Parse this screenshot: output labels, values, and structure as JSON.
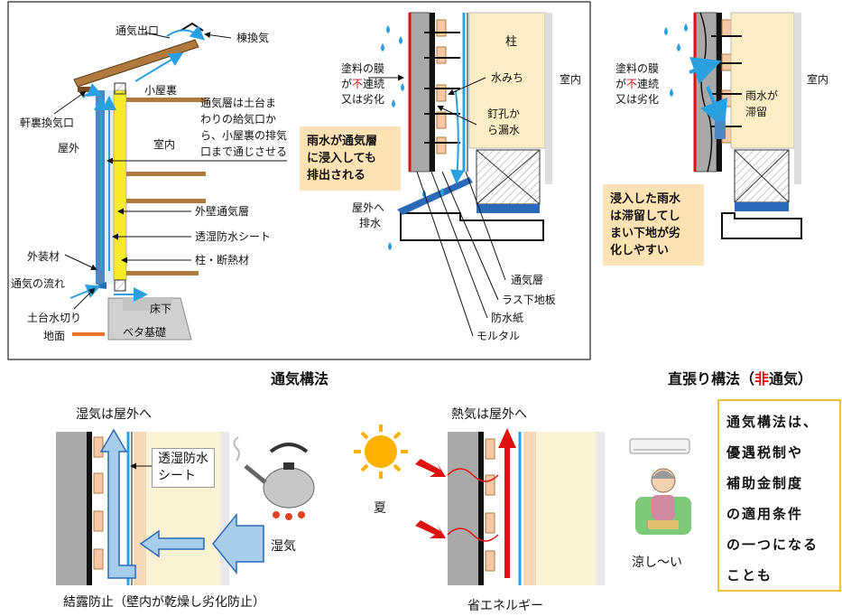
{
  "colors": {
    "wall_yellow": "#f6ea2a",
    "gutter_brown": "#b07a3c",
    "ground_orange": "#e8742c",
    "blue_arrow": "#2aa0e0",
    "note_fill": "#fde3b3",
    "accent_red": "#e01010",
    "summary_border": "#f0c040"
  },
  "left_diagram": {
    "labels": {
      "vent_outlet": "通気出口",
      "ridge_vent": "棟換気",
      "eave_vent": "軒裏換気口",
      "attic": "小屋裏",
      "outdoor": "屋外",
      "indoor": "室内",
      "vent_note_1": "通気層は土台ま",
      "vent_note_2": "わりの給気口か",
      "vent_note_3": "ら、小屋裏の排気",
      "vent_note_4": "口まで通じさせる",
      "wall_vent_layer": "外壁通気層",
      "membrane": "透湿防水シート",
      "column_insulation": "柱・断熱材",
      "exterior_material": "外装材",
      "airflow": "通気の流れ",
      "sill_flashing": "土台水切り",
      "ground": "地面",
      "floor_under": "床下",
      "foundation": "ベタ基礎"
    }
  },
  "middle_diagram": {
    "paint_1a": "塗料の膜",
    "paint_1b": "が",
    "paint_1c_red": "不",
    "paint_1d": "連続",
    "paint_2": "又は劣化",
    "note_1": "雨水が通気層",
    "note_2": "に浸入しても",
    "note_3": "排出される",
    "column": "柱",
    "water_path": "水みち",
    "indoor": "室内",
    "nail_leak_1": "釘孔か",
    "nail_leak_2": "ら漏水",
    "drain_1": "屋外へ",
    "drain_2": "排水",
    "vent_layer": "通気層",
    "lath_board": "ラス下地板",
    "waterproof_paper": "防水紙",
    "mortar": "モルタル"
  },
  "right_diagram": {
    "paint_1a": "塗料の膜",
    "paint_1b": "が",
    "paint_1c_red": "不",
    "paint_1d": "連続",
    "paint_2": "又は劣化",
    "indoor": "室内",
    "rain_stays_1": "雨水が",
    "rain_stays_2": "滞留",
    "note_1": "浸入した雨水",
    "note_2": "は滞留してし",
    "note_3": "まい下地が劣",
    "note_4": "化しやすい"
  },
  "captions": {
    "ventilated": "通気構法",
    "direct_a": "直張り構法（",
    "direct_red": "非",
    "direct_b": "通気）"
  },
  "bottom_left": {
    "title": "湿気は屋外へ",
    "box_1": "透湿防水",
    "box_2": "シート",
    "moisture": "湿気",
    "caption": "結露防止（壁内が乾燥し劣化防止）"
  },
  "bottom_middle": {
    "title": "熱気は屋外へ",
    "summer": "夏",
    "cool": "涼し〜い",
    "caption": "省エネルギー"
  },
  "summary": {
    "line1": "通気構法は、",
    "line2": "優遇税制や",
    "line3": "補助金制度",
    "line4": "の適用条件",
    "line5": "の一つになる",
    "line6": "ことも"
  }
}
